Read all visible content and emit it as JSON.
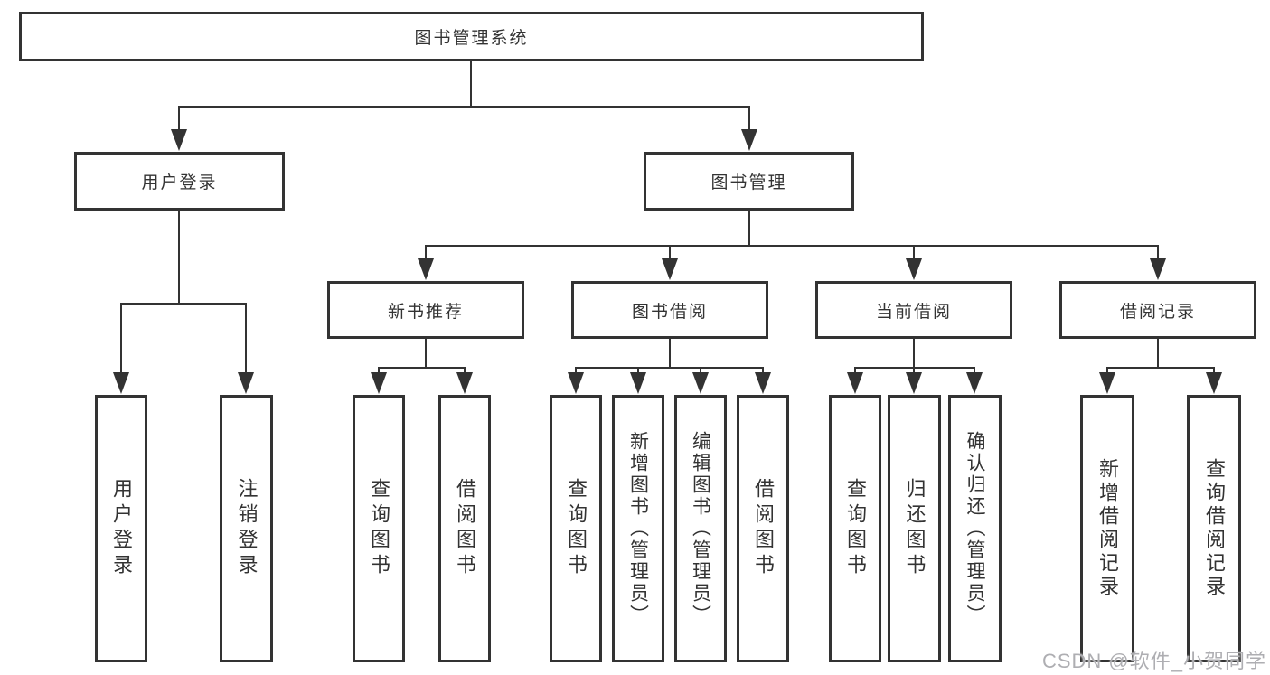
{
  "diagram": {
    "title": "图书管理系统",
    "level1": {
      "user_login": "用户登录",
      "book_management": "图书管理"
    },
    "level2": {
      "new_book_recommend": "新书推荐",
      "book_borrowing": "图书借阅",
      "current_borrowing": "当前借阅",
      "borrowing_records": "借阅记录"
    },
    "leaves": {
      "user_login": "用户登录",
      "logout": "注销登录",
      "query_books_recommend": "查询图书",
      "borrow_books_recommend": "借阅图书",
      "query_books_borrowing": "查询图书",
      "add_books_admin": "新增图书（管理员）",
      "edit_books_admin": "编辑图书（管理员）",
      "borrow_books_borrowing": "借阅图书",
      "query_books_current": "查询图书",
      "return_books": "归还图书",
      "confirm_return_admin": "确认归还（管理员）",
      "add_borrow_record": "新增借阅记录",
      "query_borrow_record": "查询借阅记录"
    }
  },
  "watermark": "CSDN @软件_小贺同学",
  "colors": {
    "line": "#333333",
    "text": "#333333",
    "watermark": "#aeaeb2",
    "background": "#ffffff"
  }
}
